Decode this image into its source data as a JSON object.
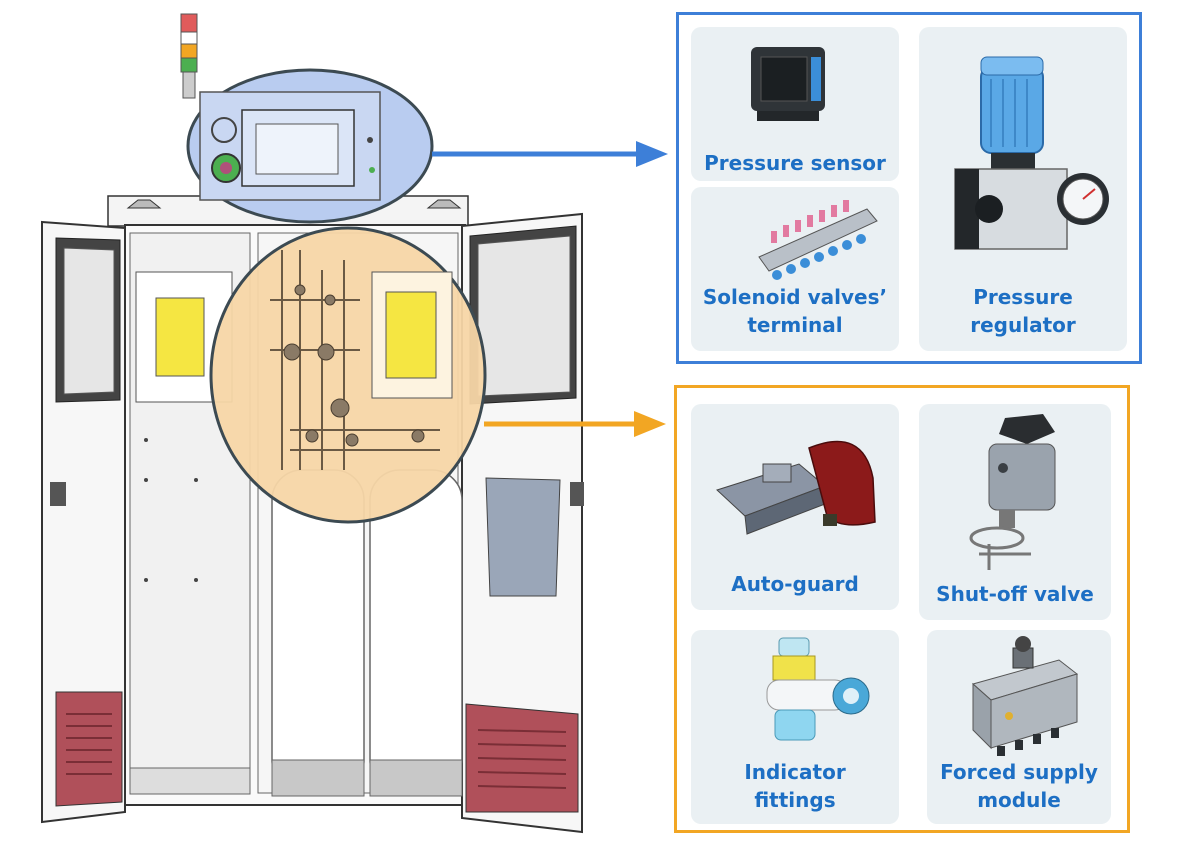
{
  "colors": {
    "blue_group": "#3d7fd8",
    "orange_group": "#f2a623",
    "label_text": "#1d6fc4",
    "card_bg": "#eaf0f3",
    "highlight_blue": "#b9ccf0",
    "highlight_orange": "#f7d6a6"
  },
  "blue_group": {
    "components": [
      {
        "label": "Pressure sensor",
        "icon": "pressure-sensor-icon"
      },
      {
        "label": "Solenoid valves’\nterminal",
        "icon": "valve-terminal-icon"
      },
      {
        "label": "Pressure\nregulator",
        "icon": "pressure-regulator-icon"
      }
    ]
  },
  "orange_group": {
    "components": [
      {
        "label": "Auto-guard",
        "icon": "auto-guard-icon"
      },
      {
        "label": "Shut-off valve",
        "icon": "shut-off-valve-icon"
      },
      {
        "label": "Indicator\nfittings",
        "icon": "indicator-fitting-icon"
      },
      {
        "label": "Forced supply\nmodule",
        "icon": "forced-supply-module-icon"
      }
    ]
  }
}
